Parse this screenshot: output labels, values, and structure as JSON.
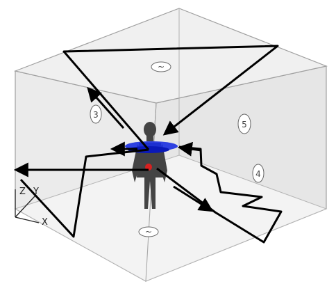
{
  "face_labels": {
    "top": "~",
    "left": "3",
    "right": "5",
    "right_lower": "4",
    "floor": "~"
  },
  "axes": {
    "x": "X",
    "y": "Y",
    "z": "Z"
  },
  "colors": {
    "edge": "#9a9a9a",
    "wall": "#e9e9e9",
    "floor": "#f2f2f2",
    "ray": "#000000",
    "person": "#444444",
    "antenna": "#1020d8",
    "source": "#e02020"
  }
}
